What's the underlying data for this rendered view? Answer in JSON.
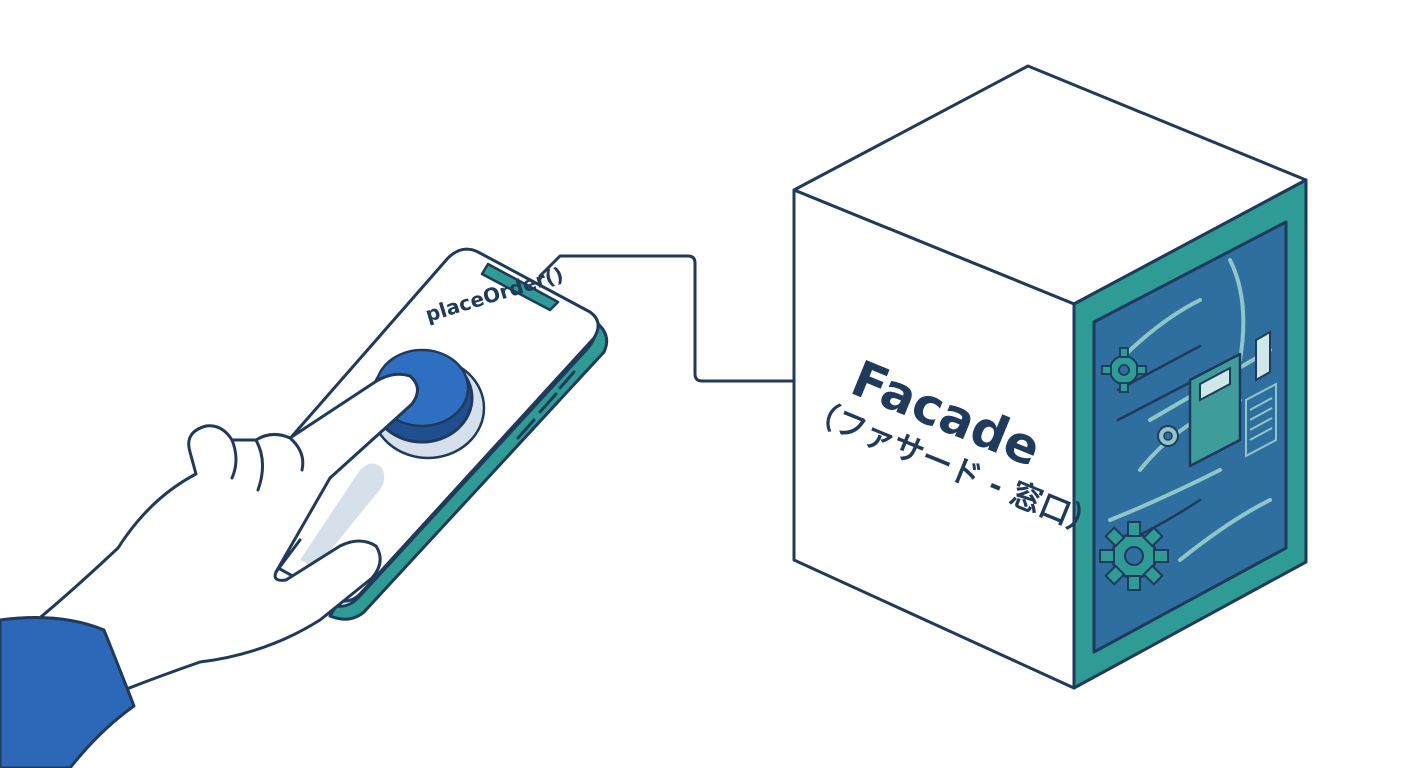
{
  "phone": {
    "method_label": "placeOrder()"
  },
  "facade": {
    "title": "Facade",
    "subtitle": "（ファサード - 窓口）"
  },
  "colors": {
    "outline": "#1f3a5a",
    "teal": "#2e9b94",
    "button_blue": "#2f6fc1",
    "sleeve_blue": "#2c67b8",
    "interior_blue": "#2f6f9f",
    "shadow": "#d5e0ea"
  },
  "icons": [
    "hand-icon",
    "smartphone-icon",
    "push-button-icon",
    "gear-icon",
    "circuit-board-icon"
  ]
}
